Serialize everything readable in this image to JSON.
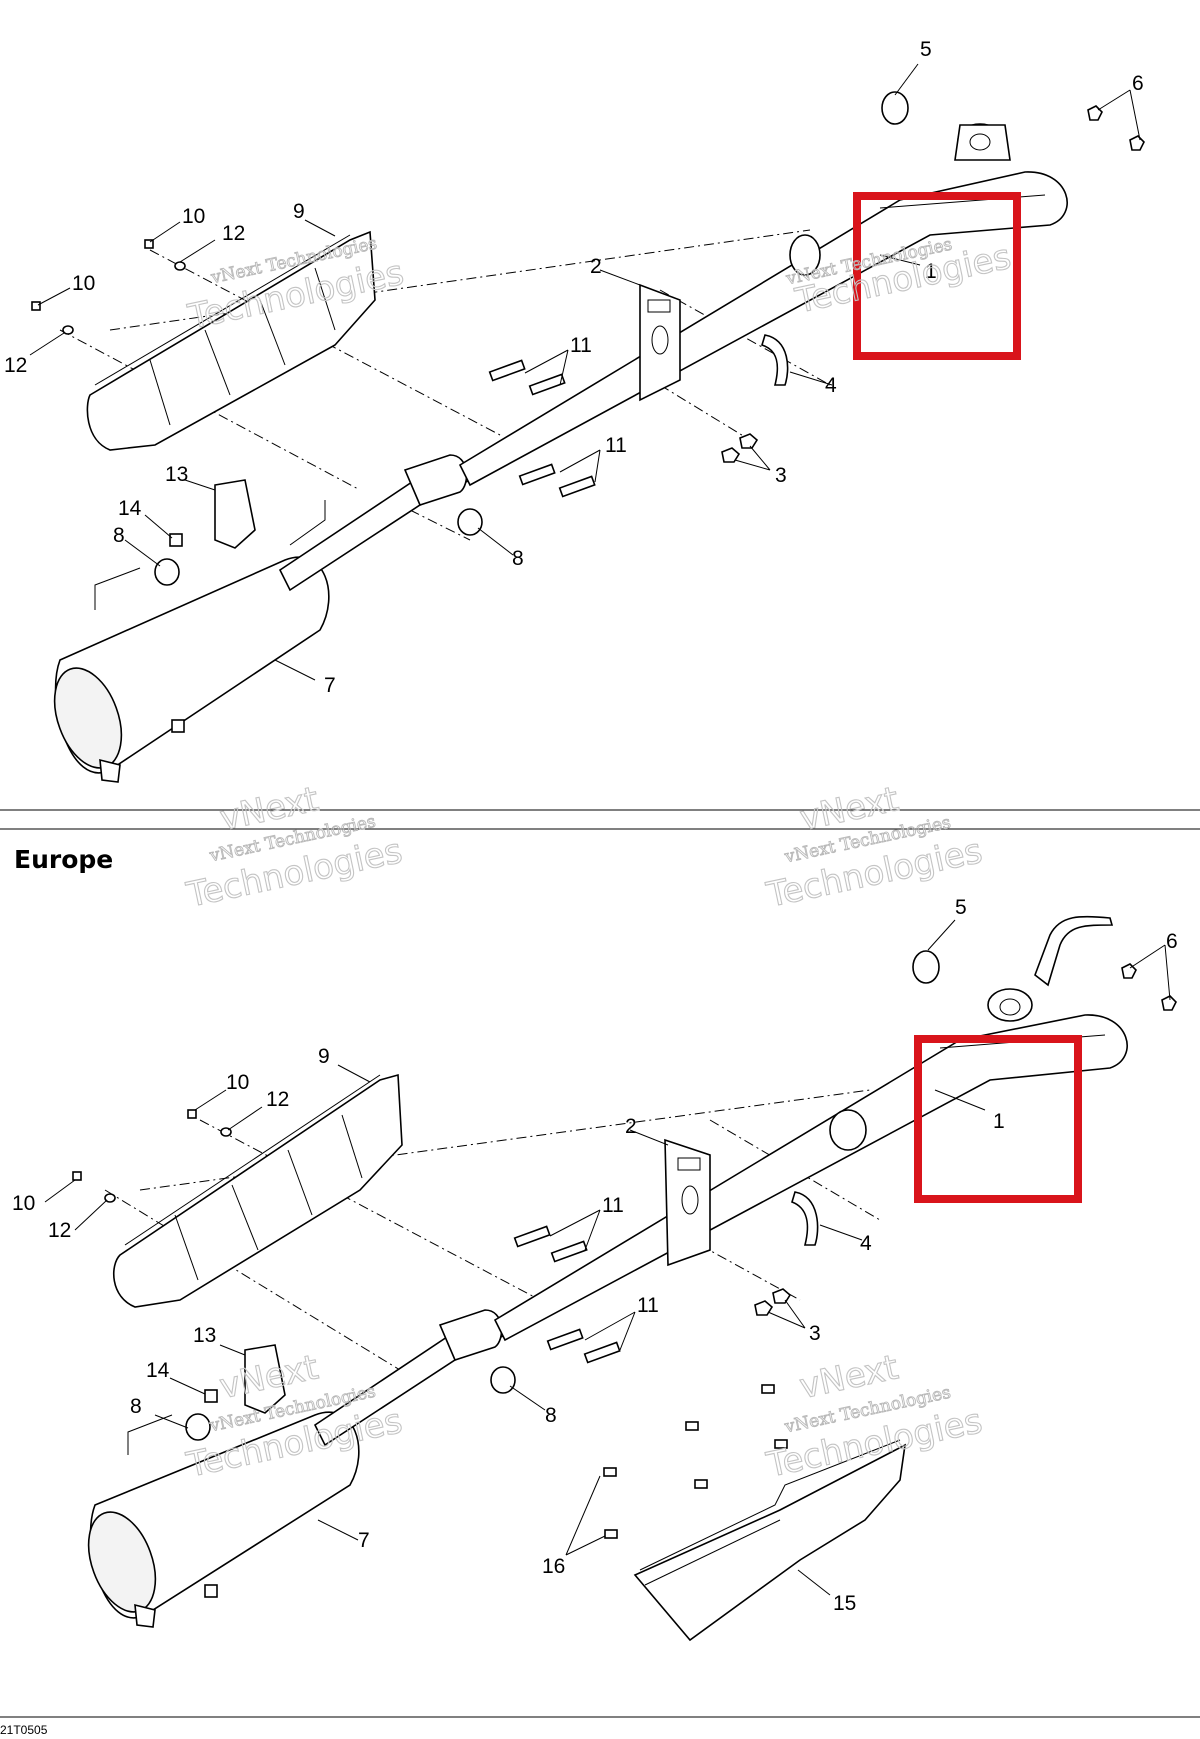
{
  "section_title": "Europe",
  "figure_code": "21T0505",
  "watermark": {
    "line1": "vNext Technologies",
    "line2": "Technologies",
    "line3": "vNext"
  },
  "colors": {
    "highlight": "#d9141b",
    "watermark": "#bdbdbd",
    "lines": "#000000"
  },
  "top_diagram": {
    "callouts": [
      {
        "id": "t-1",
        "text": "1"
      },
      {
        "id": "t-2",
        "text": "2"
      },
      {
        "id": "t-3",
        "text": "3"
      },
      {
        "id": "t-4",
        "text": "4"
      },
      {
        "id": "t-5",
        "text": "5"
      },
      {
        "id": "t-6",
        "text": "6"
      },
      {
        "id": "t-7",
        "text": "7"
      },
      {
        "id": "t-8a",
        "text": "8"
      },
      {
        "id": "t-8b",
        "text": "8"
      },
      {
        "id": "t-9",
        "text": "9"
      },
      {
        "id": "t-10a",
        "text": "10"
      },
      {
        "id": "t-10b",
        "text": "10"
      },
      {
        "id": "t-11a",
        "text": "11"
      },
      {
        "id": "t-11b",
        "text": "11"
      },
      {
        "id": "t-12a",
        "text": "12"
      },
      {
        "id": "t-12b",
        "text": "12"
      },
      {
        "id": "t-13",
        "text": "13"
      },
      {
        "id": "t-14",
        "text": "14"
      }
    ]
  },
  "bottom_diagram": {
    "callouts": [
      {
        "id": "b-1",
        "text": "1"
      },
      {
        "id": "b-2",
        "text": "2"
      },
      {
        "id": "b-3",
        "text": "3"
      },
      {
        "id": "b-4",
        "text": "4"
      },
      {
        "id": "b-5",
        "text": "5"
      },
      {
        "id": "b-6",
        "text": "6"
      },
      {
        "id": "b-7",
        "text": "7"
      },
      {
        "id": "b-8a",
        "text": "8"
      },
      {
        "id": "b-8b",
        "text": "8"
      },
      {
        "id": "b-9",
        "text": "9"
      },
      {
        "id": "b-10a",
        "text": "10"
      },
      {
        "id": "b-10b",
        "text": "10"
      },
      {
        "id": "b-11a",
        "text": "11"
      },
      {
        "id": "b-11b",
        "text": "11"
      },
      {
        "id": "b-12a",
        "text": "12"
      },
      {
        "id": "b-12b",
        "text": "12"
      },
      {
        "id": "b-13",
        "text": "13"
      },
      {
        "id": "b-14",
        "text": "14"
      },
      {
        "id": "b-15",
        "text": "15"
      },
      {
        "id": "b-16",
        "text": "16"
      }
    ]
  }
}
